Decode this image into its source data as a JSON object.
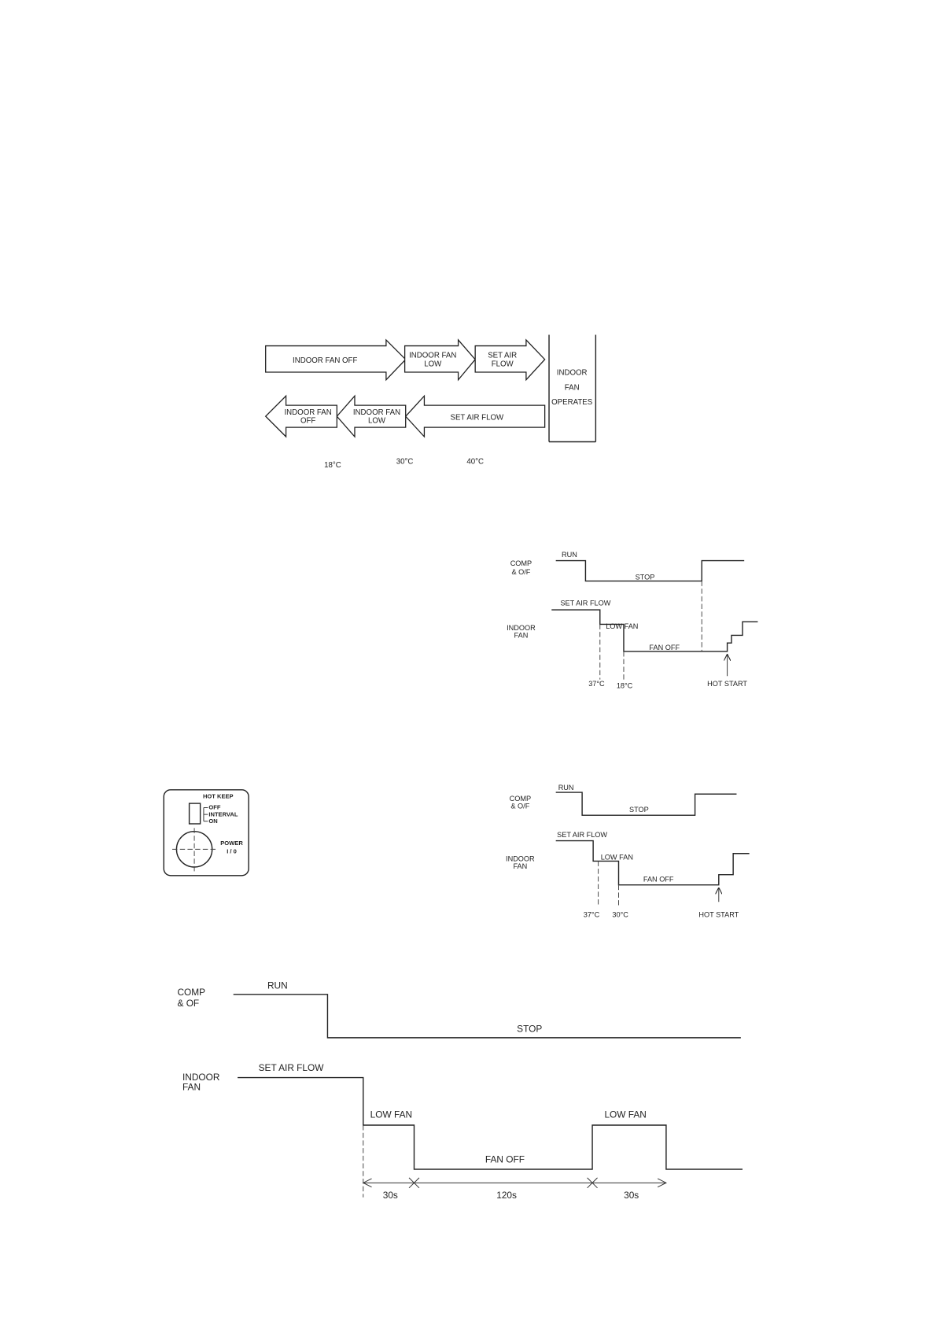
{
  "arrow_diagram": {
    "top": {
      "fan_off": "INDOOR FAN OFF",
      "fan_low_1": "INDOOR FAN",
      "fan_low_2": "LOW",
      "set_air_1": "SET AIR",
      "set_air_2": "FLOW"
    },
    "operates": [
      "INDOOR",
      "FAN",
      "OPERATES"
    ],
    "bottom": {
      "set_air": "SET AIR FLOW",
      "fan_low_1": "INDOOR FAN",
      "fan_low_2": "LOW",
      "fan_off_1": "INDOOR FAN",
      "fan_off_2": "OFF"
    },
    "temps": [
      "18°C",
      "30°C",
      "40°C"
    ]
  },
  "timing_a": {
    "comp_label": [
      "COMP",
      "& O/F"
    ],
    "run": "RUN",
    "stop": "STOP",
    "set_air_flow": "SET AIR FLOW",
    "fan_label": [
      "INDOOR",
      "FAN"
    ],
    "low_fan": "LOW FAN",
    "fan_off": "FAN OFF",
    "temp_1": "37°C",
    "temp_2": "18°C",
    "hot_start": "HOT START"
  },
  "control_panel": {
    "hot_keep": "HOT KEEP",
    "options": [
      "OFF",
      "INTERVAL",
      "ON"
    ],
    "power": "POWER",
    "power_symbol": "I / 0"
  },
  "timing_b": {
    "comp_label": [
      "COMP",
      "& O/F"
    ],
    "run": "RUN",
    "stop": "STOP",
    "set_air_flow": "SET AIR FLOW",
    "fan_label": [
      "INDOOR",
      "FAN"
    ],
    "low_fan": "LOW FAN",
    "fan_off": "FAN OFF",
    "temp_1": "37°C",
    "temp_2": "30°C",
    "hot_start": "HOT START"
  },
  "timing_c": {
    "comp_label": [
      "COMP",
      "& OF"
    ],
    "run": "RUN",
    "stop": "STOP",
    "fan_label": [
      "INDOOR",
      "FAN"
    ],
    "set_air_flow": "SET AIR FLOW",
    "low_fan_1": "LOW FAN",
    "fan_off": "FAN OFF",
    "low_fan_2": "LOW FAN",
    "durations": [
      "30s",
      "120s",
      "30s"
    ]
  }
}
